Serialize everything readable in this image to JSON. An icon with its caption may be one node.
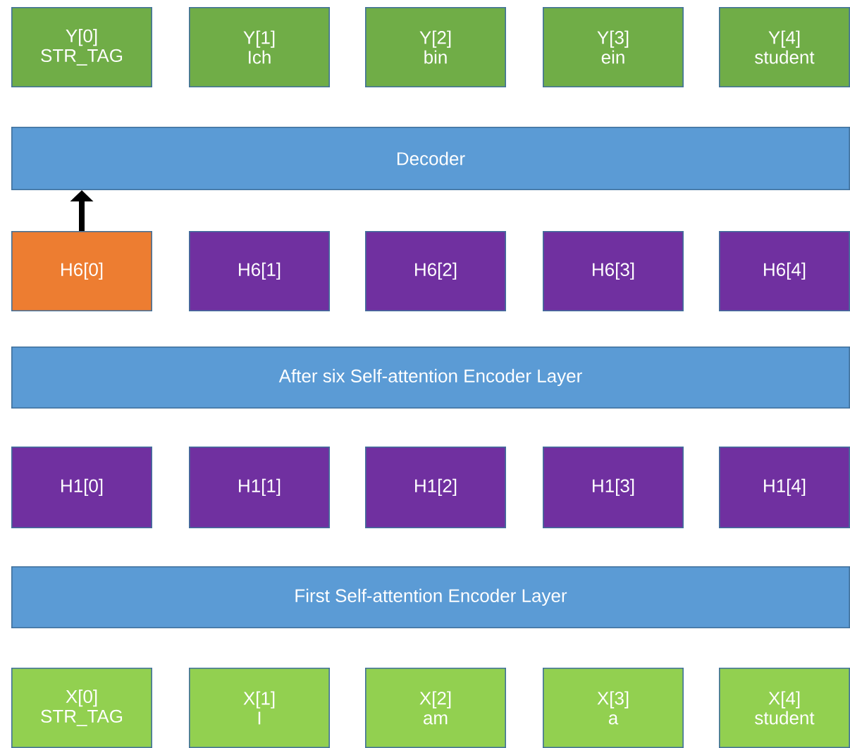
{
  "diagram": {
    "nodes": [
      {
        "text": [
          "Y[0]",
          "STR_TAG"
        ]
      },
      {
        "text": [
          "Y[1]",
          "Ich"
        ]
      },
      {
        "text": [
          "Y[2]",
          "bin"
        ]
      },
      {
        "text": [
          "Y[3]",
          "ein"
        ]
      },
      {
        "text": [
          "Y[4]",
          "student"
        ]
      },
      {
        "text": [
          "Decoder"
        ]
      },
      {
        "text": [
          "H6[0]"
        ]
      },
      {
        "text": [
          "H6[1]"
        ]
      },
      {
        "text": [
          "H6[2]"
        ]
      },
      {
        "text": [
          "H6[3]"
        ]
      },
      {
        "text": [
          "H6[4]"
        ]
      },
      {
        "text": [
          "After six Self-attention Encoder Layer"
        ]
      },
      {
        "text": [
          "H1[0]"
        ]
      },
      {
        "text": [
          "H1[1]"
        ]
      },
      {
        "text": [
          "H1[2]"
        ]
      },
      {
        "text": [
          "H1[3]"
        ]
      },
      {
        "text": [
          "H1[4]"
        ]
      },
      {
        "text": [
          "First Self-attention Encoder Layer"
        ]
      },
      {
        "text": [
          "X[0]",
          "STR_TAG"
        ]
      },
      {
        "text": [
          "X[1]",
          "I"
        ]
      },
      {
        "text": [
          "X[2]",
          "am"
        ]
      },
      {
        "text": [
          "X[3]",
          "a"
        ]
      },
      {
        "text": [
          "X[4]",
          "student"
        ]
      }
    ],
    "edges": [
      {
        "from": 6,
        "to": 5,
        "arrow": "to"
      }
    ]
  }
}
